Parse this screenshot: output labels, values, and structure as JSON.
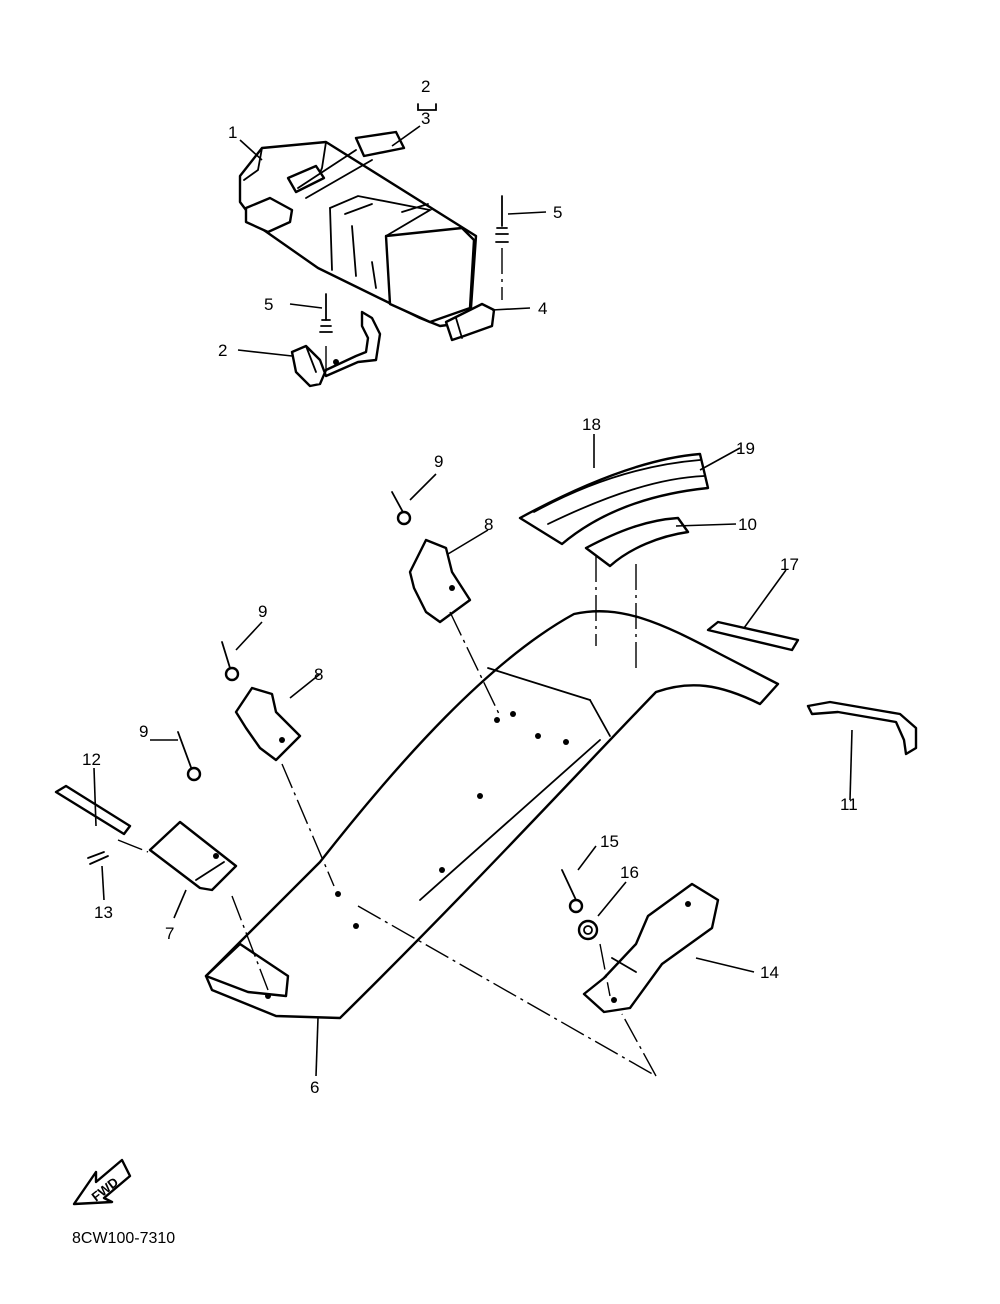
{
  "callouts": {
    "c1": "1",
    "c2_group": "2",
    "c3_group": "3",
    "c5_upper": "5",
    "c5_lower": "5",
    "c4": "4",
    "c2": "2",
    "c18": "18",
    "c19": "19",
    "c9_top": "9",
    "c8_top": "8",
    "c10": "10",
    "c17": "17",
    "c9_mid": "9",
    "c8_mid": "8",
    "c12": "12",
    "c9_low": "9",
    "c11": "11",
    "c15": "15",
    "c16": "16",
    "c13": "13",
    "c7": "7",
    "c14": "14",
    "c6": "6"
  },
  "fwd_label": "FWD",
  "diagram_code": "8CW100-7310"
}
